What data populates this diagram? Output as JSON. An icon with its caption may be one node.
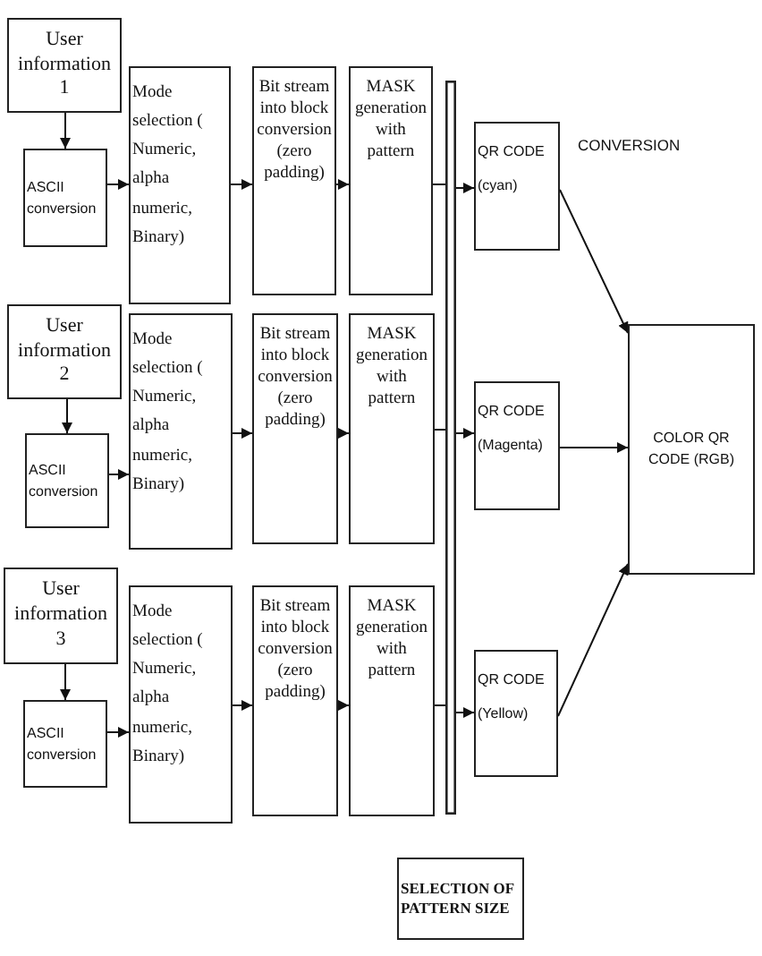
{
  "diagram": {
    "nodes": [
      {
        "text": [
          "User information 1"
        ]
      },
      {
        "text": [
          "ASCII conversion"
        ]
      },
      {
        "text": [
          "Mode selection ( Numeric, alpha numeric, Binary)"
        ]
      },
      {
        "text": [
          "Bit stream into block conversion (zero padding)"
        ]
      },
      {
        "text": [
          "MASK generation with pattern"
        ]
      },
      {
        "text": [
          "User information 2"
        ]
      },
      {
        "text": [
          "ASCII conversion"
        ]
      },
      {
        "text": [
          "Mode selection ( Numeric, alpha numeric, Binary)"
        ]
      },
      {
        "text": [
          "Bit stream into block conversion (zero padding)"
        ]
      },
      {
        "text": [
          "MASK generation with pattern"
        ]
      },
      {
        "text": [
          "User information 3"
        ]
      },
      {
        "text": [
          "ASCII conversion"
        ]
      },
      {
        "text": [
          "Mode selection ( Numeric, alpha numeric, Binary)"
        ]
      },
      {
        "text": [
          "Bit stream into block conversion (zero padding)"
        ]
      },
      {
        "text": [
          "MASK generation with pattern"
        ]
      },
      {
        "text": [],
        "shape": "bar"
      },
      {
        "text": [
          "QR CODE (cyan)"
        ]
      },
      {
        "text": [
          "QR CODE (Magenta)"
        ]
      },
      {
        "text": [
          "QR CODE (Yellow)"
        ]
      },
      {
        "text": [
          "COLOR QR CODE (RGB)"
        ]
      },
      {
        "text": [
          "SELECTION OF PATTERN SIZE"
        ]
      }
    ],
    "edges": [
      {
        "from": 0,
        "to": 1,
        "arrow": "to"
      },
      {
        "from": 1,
        "to": 2,
        "arrow": "to"
      },
      {
        "from": 2,
        "to": 3,
        "arrow": "to"
      },
      {
        "from": 3,
        "to": 4,
        "arrow": "to"
      },
      {
        "from": 4,
        "to": 15,
        "arrow": "none"
      },
      {
        "from": 15,
        "to": 16,
        "arrow": "to"
      },
      {
        "from": 5,
        "to": 6,
        "arrow": "to"
      },
      {
        "from": 6,
        "to": 7,
        "arrow": "to"
      },
      {
        "from": 7,
        "to": 8,
        "arrow": "to"
      },
      {
        "from": 8,
        "to": 9,
        "arrow": "to"
      },
      {
        "from": 9,
        "to": 15,
        "arrow": "none"
      },
      {
        "from": 15,
        "to": 17,
        "arrow": "to"
      },
      {
        "from": 10,
        "to": 11,
        "arrow": "to"
      },
      {
        "from": 11,
        "to": 12,
        "arrow": "to"
      },
      {
        "from": 12,
        "to": 13,
        "arrow": "to"
      },
      {
        "from": 13,
        "to": 14,
        "arrow": "to"
      },
      {
        "from": 14,
        "to": 15,
        "arrow": "none"
      },
      {
        "from": 15,
        "to": 18,
        "arrow": "to"
      },
      {
        "from": 16,
        "to": 19,
        "arrow": "to"
      },
      {
        "from": 17,
        "to": 19,
        "arrow": "to"
      },
      {
        "from": 18,
        "to": 19,
        "arrow": "to"
      }
    ],
    "labels": [
      "CONVERSION"
    ]
  }
}
